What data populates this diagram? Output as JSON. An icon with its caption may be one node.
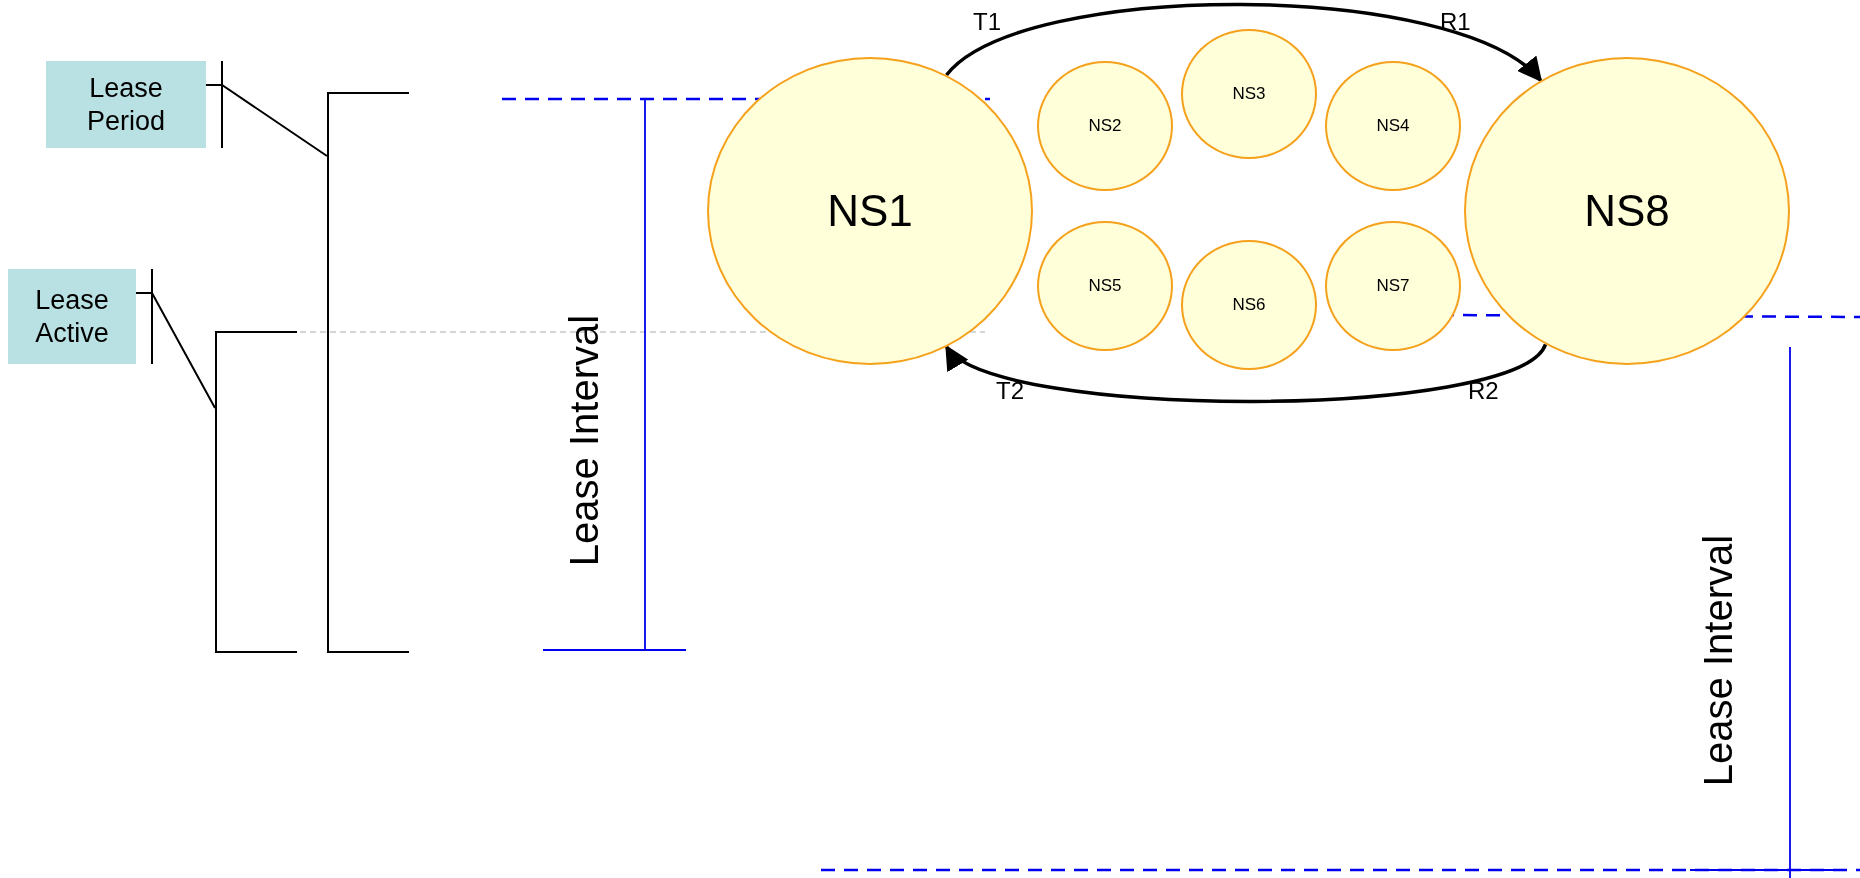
{
  "diagram": {
    "nodes": [
      {
        "text": [
          "Lease Period"
        ]
      },
      {
        "text": [
          "Lease Active"
        ]
      },
      {
        "text": [
          "NS1"
        ]
      },
      {
        "text": [
          "NS2"
        ]
      },
      {
        "text": [
          "NS3"
        ]
      },
      {
        "text": [
          "NS4"
        ]
      },
      {
        "text": [
          "NS5"
        ]
      },
      {
        "text": [
          "NS6"
        ]
      },
      {
        "text": [
          "NS7"
        ]
      },
      {
        "text": [
          "NS8"
        ]
      },
      {
        "text": [],
        "shape": "bracket"
      },
      {
        "text": [],
        "shape": "bracket"
      }
    ],
    "edges": [
      {
        "from": 2,
        "to": 9,
        "arrow": "to"
      },
      {
        "from": 9,
        "to": 2,
        "arrow": "to"
      },
      {
        "from": 0,
        "to": 11,
        "arrow": "none"
      },
      {
        "from": 1,
        "to": 10,
        "arrow": "none"
      }
    ],
    "labels": [
      "T1",
      "R1",
      "Lease Interval",
      "T2",
      "R2",
      "Lease Interval"
    ]
  }
}
